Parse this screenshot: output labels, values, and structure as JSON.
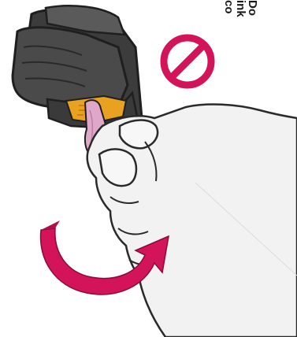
{
  "warning": {
    "lines": [
      "Do",
      "ink",
      "co"
    ]
  },
  "colors": {
    "cartridge_body": "#4a4a4a",
    "cartridge_edge": "#1f1f1f",
    "contacts": "#e8a21f",
    "tape": "#e0a8c8",
    "no_symbol": "#d4145a",
    "arrow": "#d4145a",
    "hand_fill": "#f2f2f2",
    "hand_outline": "#2a2a2a"
  },
  "icons": {
    "cartridge": "ink-cartridge-icon",
    "no_symbol": "prohibited-icon",
    "hand": "hand-icon",
    "arrow": "curved-arrow-icon"
  }
}
